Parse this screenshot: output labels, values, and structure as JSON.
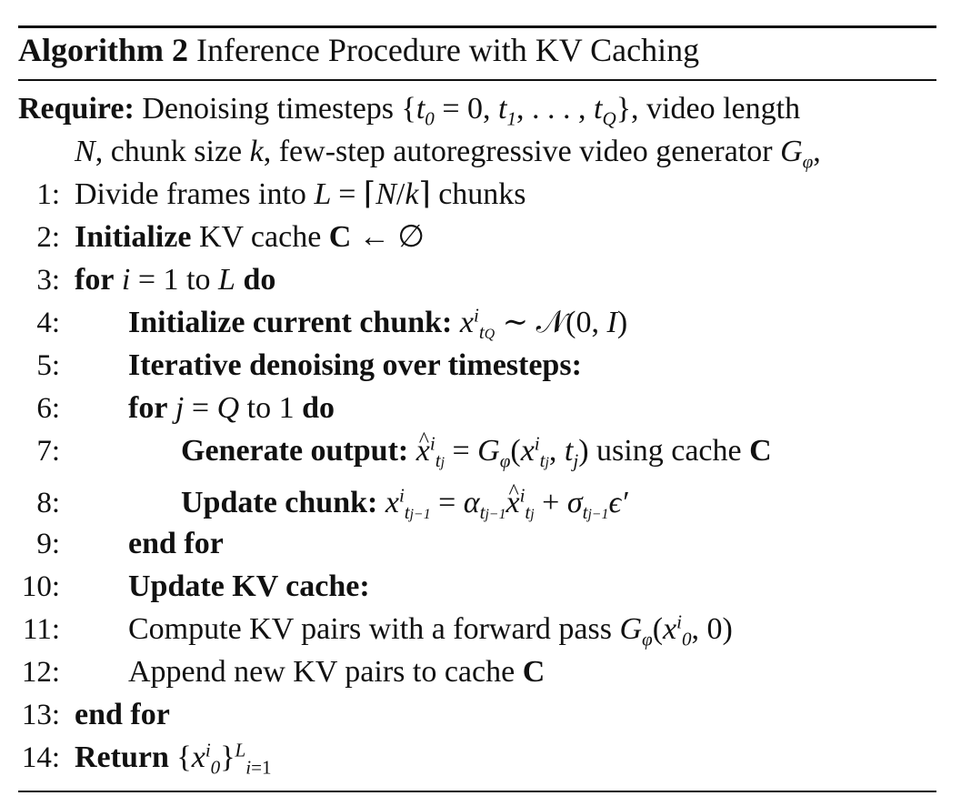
{
  "algorithm": {
    "title_label": "Algorithm 2",
    "title_text": "Inference Procedure with KV Caching",
    "require_label": "Require:",
    "require_text_1a": "Denoising timesteps",
    "require_text_1b": ", video length",
    "require_text_2a": ", chunk size",
    "require_text_2b": ", few-step autoregressive video generator",
    "lines": [
      {
        "num": "1:",
        "text_a": "Divide frames into",
        "text_b": "chunks"
      },
      {
        "num": "2:",
        "kw": "Initialize",
        "text": "KV cache"
      },
      {
        "num": "3:",
        "kw": "for",
        "text_mid": "to",
        "kw_end": "do"
      },
      {
        "num": "4:",
        "kw": "Initialize current chunk:"
      },
      {
        "num": "5:",
        "kw": "Iterative denoising over timesteps:"
      },
      {
        "num": "6:",
        "kw": "for",
        "text_mid": "to",
        "kw_end": "do"
      },
      {
        "num": "7:",
        "kw": "Generate output:",
        "text": "using cache"
      },
      {
        "num": "8:",
        "kw": "Update chunk:"
      },
      {
        "num": "9:",
        "kw": "end for"
      },
      {
        "num": "10:",
        "kw": "Update KV cache:"
      },
      {
        "num": "11:",
        "text": "Compute KV pairs with a forward pass"
      },
      {
        "num": "12:",
        "text": "Append new KV pairs to cache"
      },
      {
        "num": "13:",
        "kw": "end for"
      },
      {
        "num": "14:",
        "kw": "Return"
      }
    ]
  }
}
